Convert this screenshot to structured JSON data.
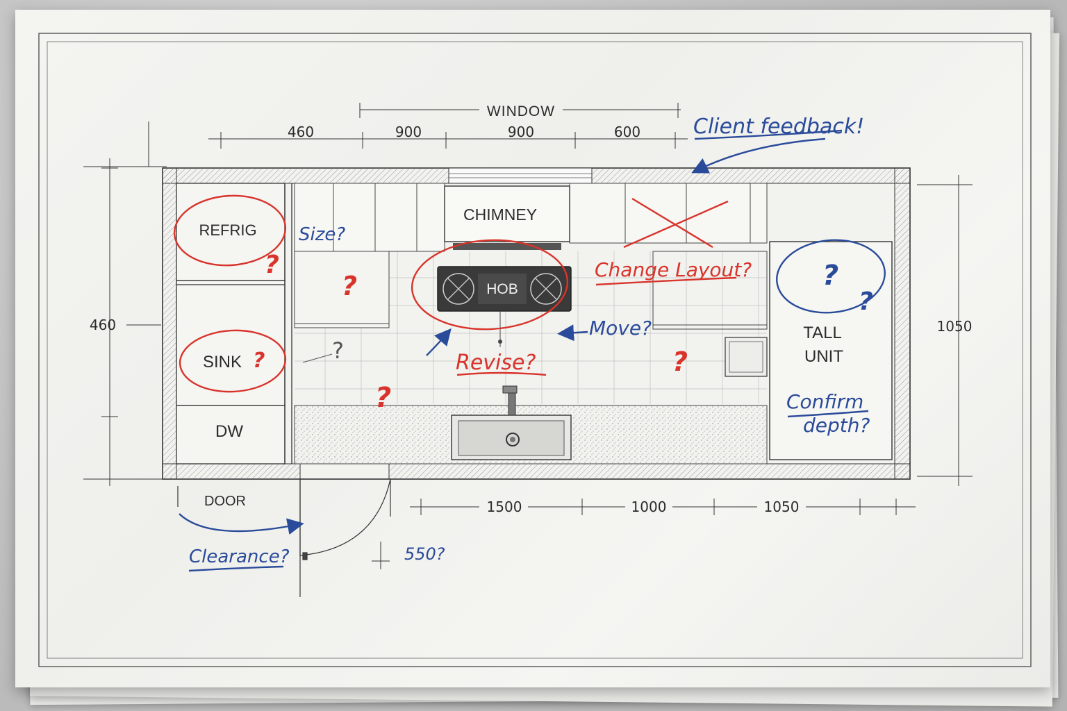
{
  "dimensions": {
    "top": [
      "460",
      "900",
      "900",
      "600"
    ],
    "window": "WINDOW",
    "left": "460",
    "right": "1050",
    "bottom": [
      "1500",
      "1000",
      "1050"
    ]
  },
  "components": {
    "refrig": "REFRIG",
    "chimney": "CHIMNEY",
    "hob": "HOB",
    "sink": "SINK",
    "dw": "DW",
    "tall_unit_line1": "TALL",
    "tall_unit_line2": "UNIT",
    "door": "DOOR"
  },
  "annotations": {
    "client_feedback": "Client feedback!",
    "size": "Size?",
    "change_layout": "Change Layout?",
    "move": "Move?",
    "revise": "Revise?",
    "sink_q": "?",
    "confirm_depth_line1": "Confirm",
    "confirm_depth_line2": "depth?",
    "clearance": "Clearance?",
    "dim_550": "550?",
    "question": "?"
  },
  "colors": {
    "red_ink": "#d8342b",
    "blue_ink": "#2a4b9a",
    "pencil": "#2b2b2b"
  }
}
